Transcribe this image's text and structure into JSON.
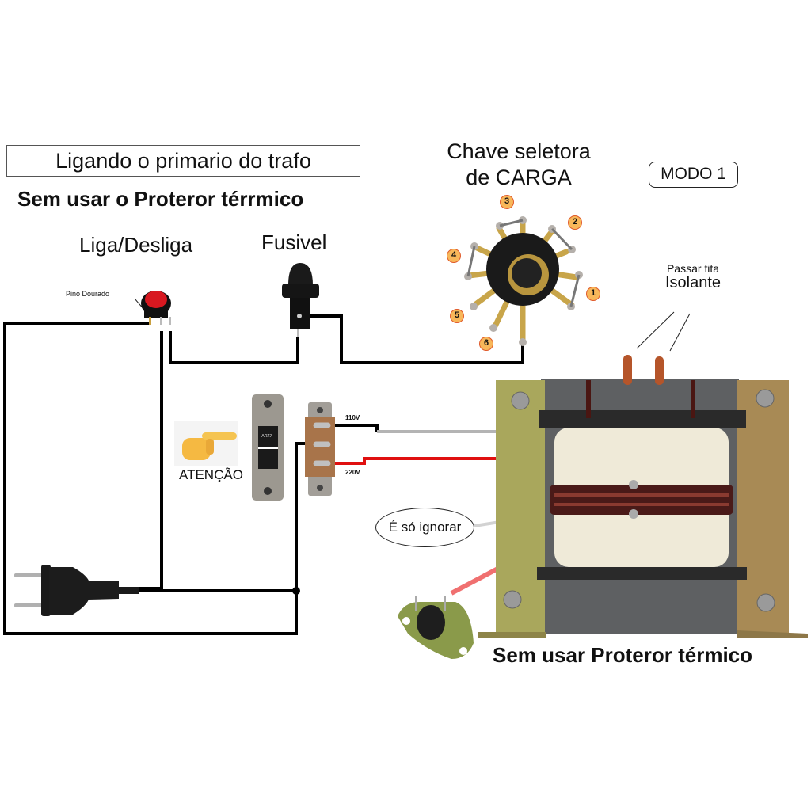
{
  "header": {
    "title": "Ligando o primario do trafo",
    "subtitle": "Sem usar o Proteror térrmico"
  },
  "mode_badge": "MODO 1",
  "components": {
    "power_switch": {
      "label": "Liga/Desliga",
      "pin_note": "Pino Dourado"
    },
    "fuse": {
      "label": "Fusivel"
    },
    "selector_switch": {
      "title_line1": "Chave seletora",
      "title_line2": "de CARGA",
      "positions": [
        "1",
        "2",
        "3",
        "4",
        "5",
        "6"
      ]
    },
    "voltage_switch": {
      "attention_label": "ATENÇÃO",
      "slider_text": "220V",
      "label_110": "110V",
      "label_220": "220V"
    },
    "transformer": {
      "tape_note_line1": "Passar fita",
      "tape_note_line2": "Isolante",
      "ignore_note": "É só ignorar"
    },
    "thermal_protector": {
      "caption": "Sem usar Proteror térmico"
    }
  },
  "colors": {
    "wire_black": "#000000",
    "wire_gray": "#b4b4b4",
    "wire_red": "#e01010",
    "wire_pink": "#f07070",
    "badge_fill": "#f8b75a",
    "badge_border": "#e05a2a",
    "switch_red": "#d81820",
    "bracket": "#b59a58",
    "core": "#5a5c5e",
    "coil_tape": "#efead8",
    "copper": "#b5552a"
  }
}
